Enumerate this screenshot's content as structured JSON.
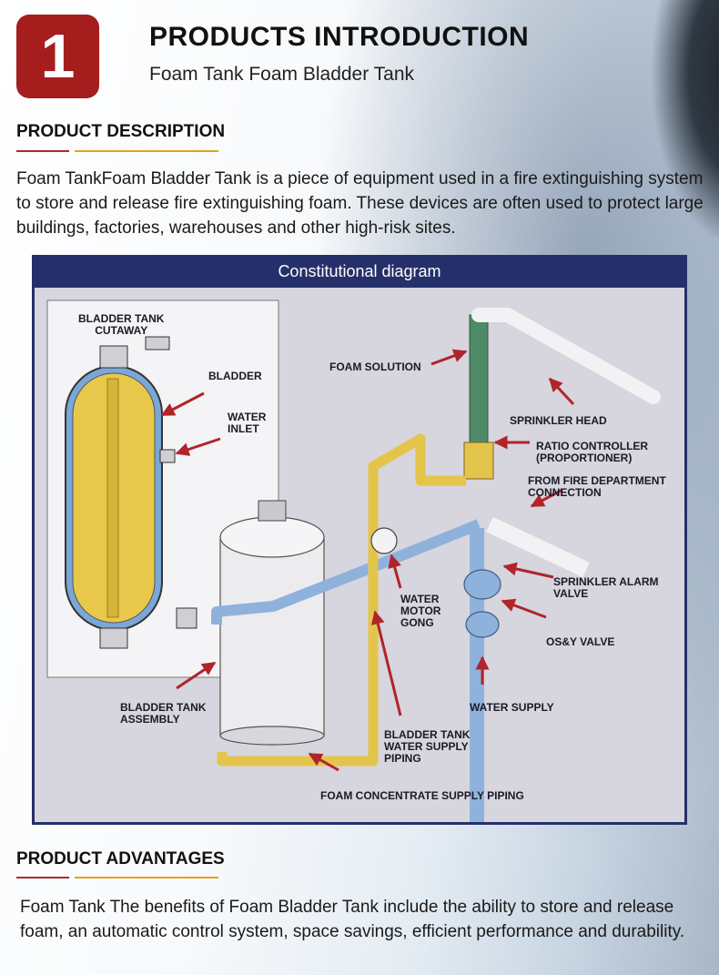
{
  "header": {
    "badge_number": "1",
    "title": "PRODUCTS INTRODUCTION",
    "subtitle": "Foam Tank Foam Bladder Tank"
  },
  "description": {
    "heading": "PRODUCT DESCRIPTION",
    "text": "Foam TankFoam Bladder Tank is a piece of equipment used in a fire extinguishing system to store and release fire extinguishing foam. These devices are often used to protect large buildings, factories, warehouses and other high-risk sites."
  },
  "diagram": {
    "title": "Constitutional diagram",
    "labels": {
      "cutaway": "BLADDER TANK\nCUTAWAY",
      "bladder": "BLADDER",
      "water_inlet": "WATER\nINLET",
      "foam_solution": "FOAM SOLUTION",
      "sprinkler_head": "SPRINKLER HEAD",
      "ratio_controller": "RATIO CONTROLLER\n(PROPORTIONER)",
      "fire_dept": "FROM FIRE DEPARTMENT\nCONNECTION",
      "alarm_valve": "SPRINKLER ALARM\nVALVE",
      "motor_gong": "WATER\nMOTOR\nGONG",
      "osy_valve": "OS&Y VALVE",
      "tank_assembly": "BLADDER TANK\nASSEMBLY",
      "water_supply": "WATER SUPPLY",
      "tank_water_piping": "BLADDER TANK\nWATER SUPPLY\nPIPING",
      "foam_concentrate": "FOAM CONCENTRATE SUPPLY PIPING"
    },
    "colors": {
      "header_bg": "#25306a",
      "panel_bg": "#d7d5dd",
      "bladder": "#e8c84a",
      "tank_shell": "#7aa7d8",
      "water_pipe": "#8fb2dc",
      "foam_pipe": "#e4c54b",
      "solution_pipe": "#4f8a66",
      "arrow": "#b0242a"
    }
  },
  "advantages": {
    "heading": "PRODUCT ADVANTAGES",
    "text": "Foam Tank The benefits of Foam Bladder Tank include the ability to store and release foam, an automatic control system, space savings, efficient performance and durability."
  },
  "colors": {
    "badge": "#a51d1d",
    "rule_red": "#b22a2a",
    "rule_gold": "#e2a31c"
  }
}
